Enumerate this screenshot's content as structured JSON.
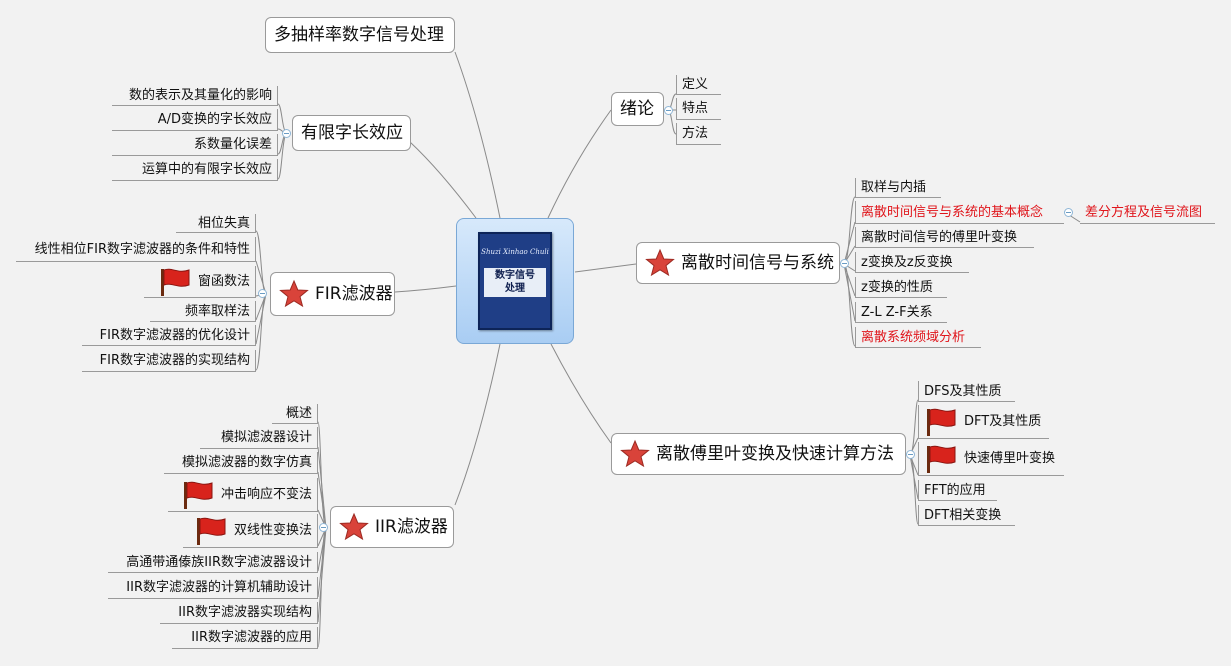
{
  "center": {
    "title_line1": "数字信号",
    "title_line2": "处理",
    "pinyin": "Shuzi Xinhao Chuli",
    "series": "",
    "publisher": ""
  },
  "topics": {
    "multirate": "多抽样率数字信号处理",
    "intro": "绪论",
    "finite_wordlength": "有限字长效应",
    "discrete_time": "离散时间信号与系统",
    "fir": "FIR滤波器",
    "dft": "离散傅里叶变换及快速计算方法",
    "iir": "IIR滤波器"
  },
  "intro_items": [
    "定义",
    "特点",
    "方法"
  ],
  "finite_items": [
    "数的表示及其量化的影响",
    "A/D变换的字长效应",
    "系数量化误差",
    "运算中的有限字长效应"
  ],
  "discrete_items": [
    "取样与内插",
    "离散时间信号与系统的基本概念",
    "离散时间信号的傅里叶变换",
    "z变换及z反变换",
    "z变换的性质",
    "Z-L Z-F关系",
    "离散系统频域分析"
  ],
  "discrete_sub": "差分方程及信号流图",
  "fir_items": [
    "相位失真",
    "线性相位FIR数字滤波器的条件和特性",
    "窗函数法",
    "频率取样法",
    "FIR数字滤波器的优化设计",
    "FIR数字滤波器的实现结构"
  ],
  "dft_items": [
    "DFS及其性质",
    "DFT及其性质",
    "快速傅里叶变换",
    "FFT的应用",
    "DFT相关变换"
  ],
  "iir_items": [
    "概述",
    "模拟滤波器设计",
    "模拟滤波器的数字仿真",
    "冲击响应不变法",
    "双线性变换法",
    "高通带通傣族IIR数字滤波器设计",
    "IIR数字滤波器的计算机辅助设计",
    "IIR数字滤波器实现结构",
    "IIR数字滤波器的应用"
  ],
  "colors": {
    "line": "#8a8a8a",
    "red_text": "#e0151b",
    "star": "#d9433a",
    "flag": "#d8231c",
    "background": "#f2f2f2"
  },
  "icons": {
    "priority": "star-icon",
    "marker": "red-flag-icon",
    "collapse": "collapse-toggle-icon"
  }
}
